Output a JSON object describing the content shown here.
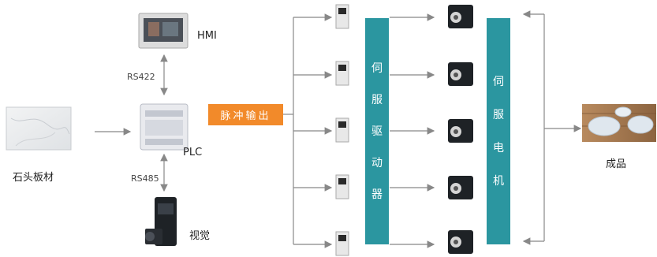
{
  "stone": {
    "label": "石头板材"
  },
  "hmi": {
    "label": "HMI"
  },
  "plc": {
    "label": "PLC"
  },
  "vision": {
    "label": "视觉"
  },
  "rs422": {
    "label": "RS422"
  },
  "rs485": {
    "label": "RS485"
  },
  "pulse": {
    "label": "脉冲输出"
  },
  "driver": {
    "chars": [
      "伺",
      "服",
      "驱",
      "动",
      "器"
    ]
  },
  "motor": {
    "chars": [
      "伺",
      "服",
      "电",
      "机"
    ]
  },
  "product": {
    "label": "成品"
  },
  "colors": {
    "teal": "#2b96a0",
    "orange": "#f28a2a",
    "arrow": "#888888"
  }
}
